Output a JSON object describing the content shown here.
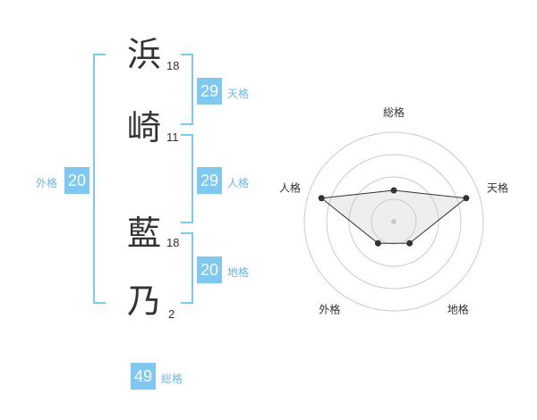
{
  "colors": {
    "accent": "#7fc8f2",
    "accent_text": "#6cb8e6",
    "text": "#333333",
    "grid": "#cccccc"
  },
  "name": {
    "chars": [
      {
        "char": "浜",
        "strokes": "18"
      },
      {
        "char": "崎",
        "strokes": "11"
      },
      {
        "char": "藍",
        "strokes": "18"
      },
      {
        "char": "乃",
        "strokes": "2"
      }
    ]
  },
  "kaku": {
    "ten": {
      "value": "29",
      "label": "天格"
    },
    "jin": {
      "value": "29",
      "label": "人格"
    },
    "chi": {
      "value": "20",
      "label": "地格"
    },
    "gai": {
      "value": "20",
      "label": "外格"
    },
    "sou": {
      "value": "49",
      "label": "総格"
    }
  },
  "chart_data": {
    "type": "radar",
    "axes": [
      "総格",
      "天格",
      "地格",
      "外格",
      "人格"
    ],
    "values": [
      0.35,
      0.85,
      0.3,
      0.3,
      0.85
    ],
    "max": 1,
    "rings": 4
  }
}
